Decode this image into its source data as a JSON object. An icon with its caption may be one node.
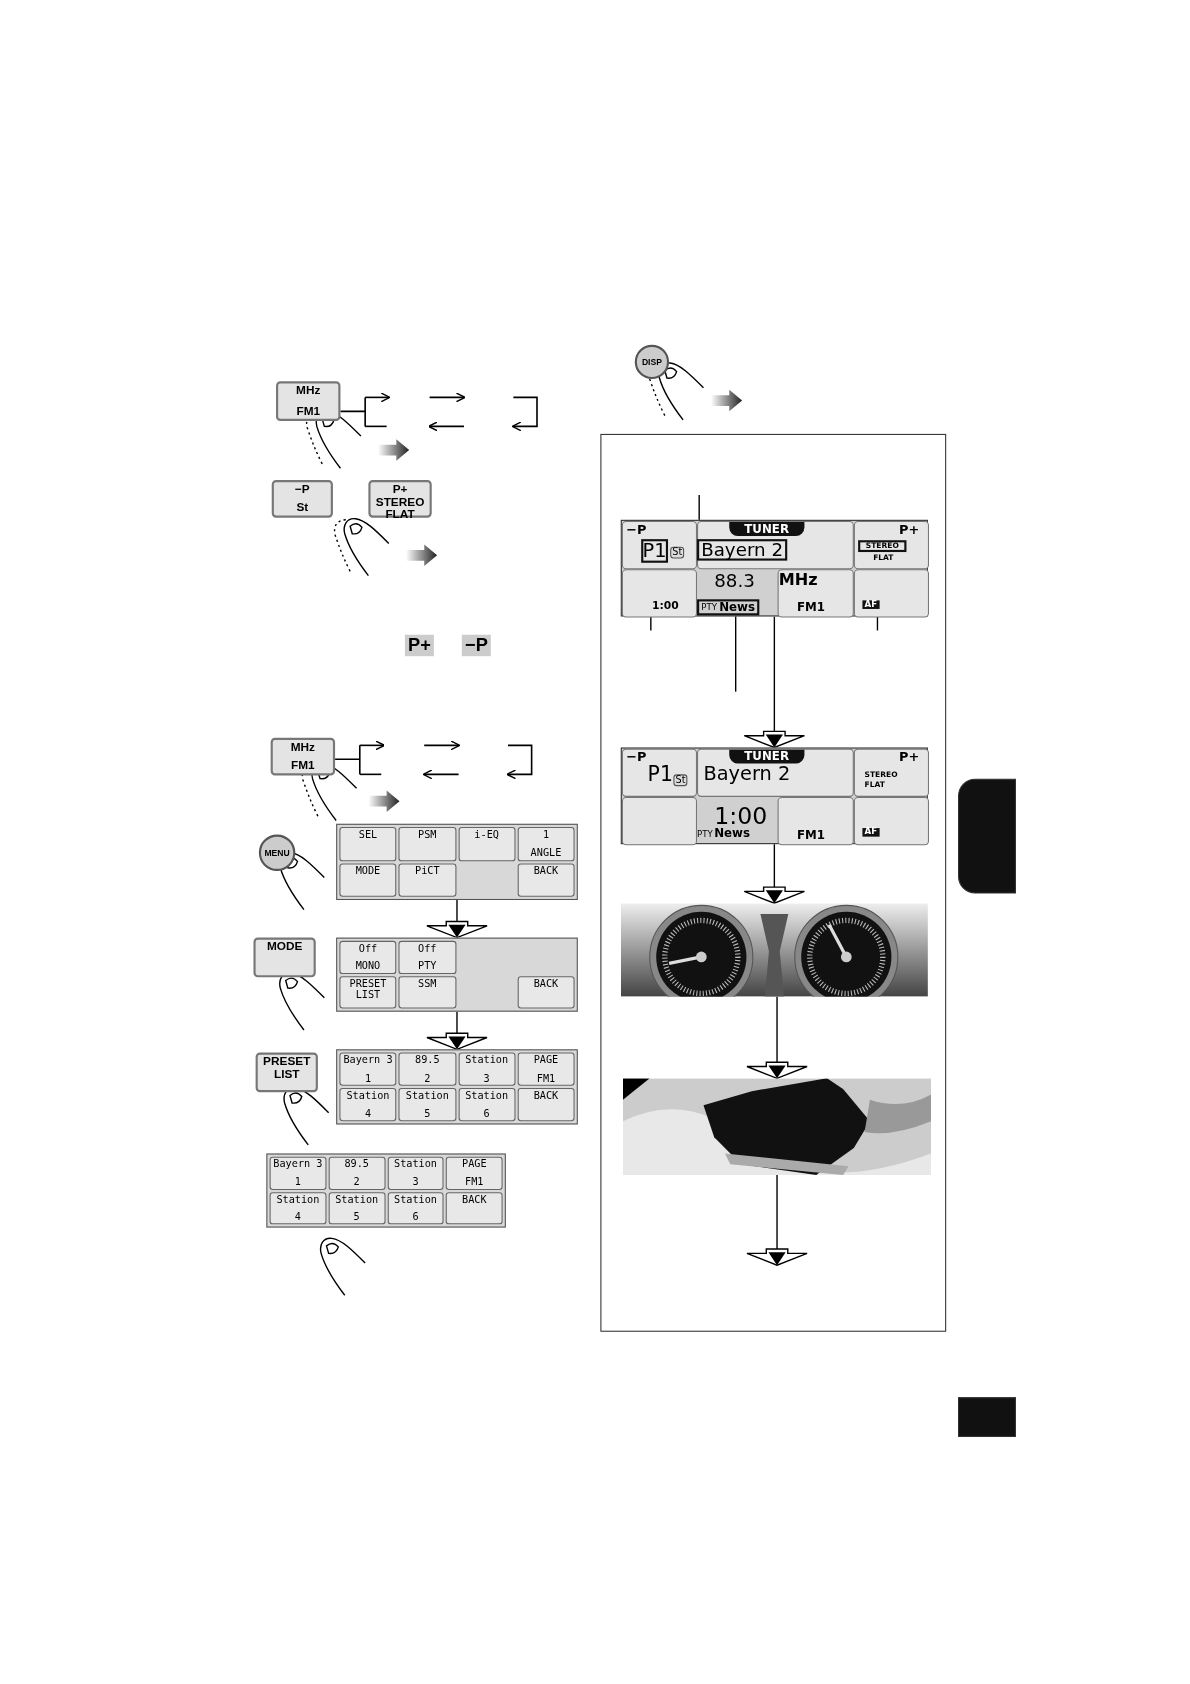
{
  "diagram": {
    "nodes": [
      {
        "text": [
          "MHz",
          "FM1"
        ]
      },
      {
        "text": [
          "−P",
          "St"
        ]
      },
      {
        "text": [
          "P+",
          "STEREO",
          "FLAT"
        ]
      },
      {
        "text": [
          "MHz",
          "FM1"
        ]
      },
      {
        "text": [
          "MENU"
        ]
      },
      {
        "text": [
          "SEL",
          "PSM",
          "i-EQ",
          "1",
          "ANGLE",
          "MODE",
          "PiCT",
          "BACK"
        ]
      },
      {
        "text": [
          "MODE"
        ]
      },
      {
        "text": [
          "Off",
          "MONO",
          "Off",
          "PTY",
          "PRESET LIST",
          "SSM",
          "BACK"
        ]
      },
      {
        "text": [
          "PRESET LIST"
        ]
      },
      {
        "text": [
          "Bayern 3",
          "1",
          "89.5",
          "2",
          "Station",
          "3",
          "PAGE",
          "FM1",
          "Station",
          "4",
          "Station",
          "5",
          "Station",
          "6",
          "BACK"
        ]
      },
      {
        "text": [
          "Bayern 3",
          "1",
          "89.5",
          "2",
          "Station",
          "3",
          "PAGE",
          "FM1",
          "Station",
          "4",
          "Station",
          "5",
          "Station",
          "6",
          "BACK"
        ]
      },
      {
        "text": [
          "DISP"
        ]
      },
      {
        "text": [],
        "shape": "box"
      },
      {
        "text": [
          "−P",
          "TUNER",
          "P+",
          "St",
          "FLAT",
          "88.3",
          "MHz",
          "1:00",
          "FM1",
          "AF"
        ],
        "in": 12
      },
      {
        "text": [
          "P1"
        ],
        "in": 13
      },
      {
        "text": [
          "Bayern 2"
        ],
        "in": 13
      },
      {
        "text": [
          "STEREO"
        ],
        "in": 13
      },
      {
        "text": [
          "PTY",
          "News"
        ],
        "in": 13
      },
      {
        "text": [
          "−P",
          "TUNER",
          "P+",
          "P1",
          "St",
          "Bayern 2",
          "STEREO",
          "FLAT",
          "1:00",
          "PTY",
          "News",
          "FM1",
          "AF"
        ],
        "in": 12
      },
      {
        "text": [],
        "shape": "picture",
        "in": 12
      },
      {
        "text": [],
        "shape": "picture",
        "in": 12
      },
      {
        "text": [],
        "shape": "box"
      },
      {
        "text": [],
        "shape": "box"
      }
    ],
    "edges": [
      {
        "from": 5,
        "to": 7,
        "arrow": "to"
      },
      {
        "from": 7,
        "to": 9,
        "arrow": "to"
      },
      {
        "from": null,
        "to": 15,
        "arrow": "none"
      },
      {
        "from": null,
        "to": 14,
        "arrow": "none"
      },
      {
        "from": null,
        "to": 16,
        "arrow": "none"
      },
      {
        "from": null,
        "to": 17,
        "arrow": "none"
      },
      {
        "from": 13,
        "to": 18,
        "arrow": "to"
      },
      {
        "from": 18,
        "to": 19,
        "arrow": "to"
      },
      {
        "from": 19,
        "to": 20,
        "arrow": "to"
      },
      {
        "from": 20,
        "to": null,
        "arrow": "to"
      }
    ],
    "labels": [
      "P+",
      "−P"
    ]
  }
}
